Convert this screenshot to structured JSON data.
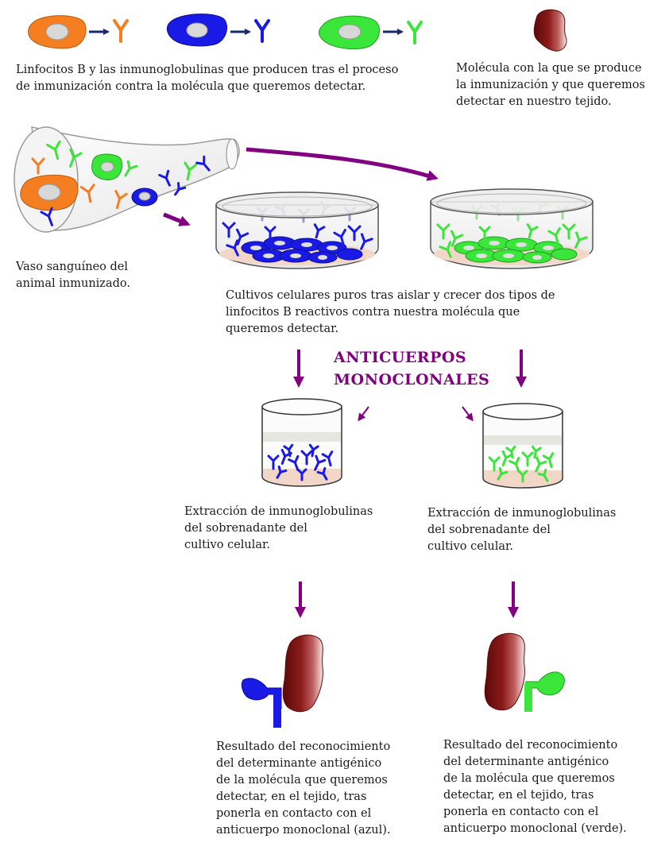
{
  "colors": {
    "orange": "#f47e20",
    "blue": "#1a1ae6",
    "green": "#39e639",
    "arrow": "#800080",
    "navy": "#1a2a6e",
    "molecule_dark": "#7a0f0f",
    "text": "#1a1a1a"
  },
  "legend": {
    "lymphocytes_text": [
      "Linfocitos B y las inmunoglobulinas que producen tras el proceso",
      "de inmunización contra la molécula que queremos detectar."
    ],
    "molecule_text": [
      "Molécula con la que se produce",
      "la inmunización y que queremos",
      "detectar en nuestro tejido."
    ]
  },
  "vessel": {
    "label": [
      "Vaso sanguíneo del",
      "animal inmunizado."
    ]
  },
  "cultures": {
    "label": [
      "Cultivos celulares puros tras aislar y crecer dos tipos de",
      "linfocitos B reactivos contra nuestra molécula que",
      "queremos detectar."
    ]
  },
  "title": {
    "lines": [
      "ANTICUERPOS",
      "MONOCLONALES"
    ]
  },
  "extraction": {
    "left": [
      "Extracción de inmunoglobulinas",
      "del sobrenadante del",
      "cultivo celular."
    ],
    "right": [
      "Extracción de inmunoglobulinas",
      "del sobrenadante del",
      "cultivo celular."
    ]
  },
  "results": {
    "left": [
      "Resultado del reconocimiento",
      "del determinante antigénico",
      "de la molécula que queremos",
      "detectar, en el tejido, tras",
      "ponerla en contacto con el",
      "anticuerpo monoclonal (azul)."
    ],
    "right": [
      "Resultado del reconocimiento",
      "del determinante antigénico",
      "de la molécula que queremos",
      "detectar, en el tejido, tras",
      "ponerla en contacto con el",
      "anticuerpo monoclonal (verde)."
    ]
  }
}
